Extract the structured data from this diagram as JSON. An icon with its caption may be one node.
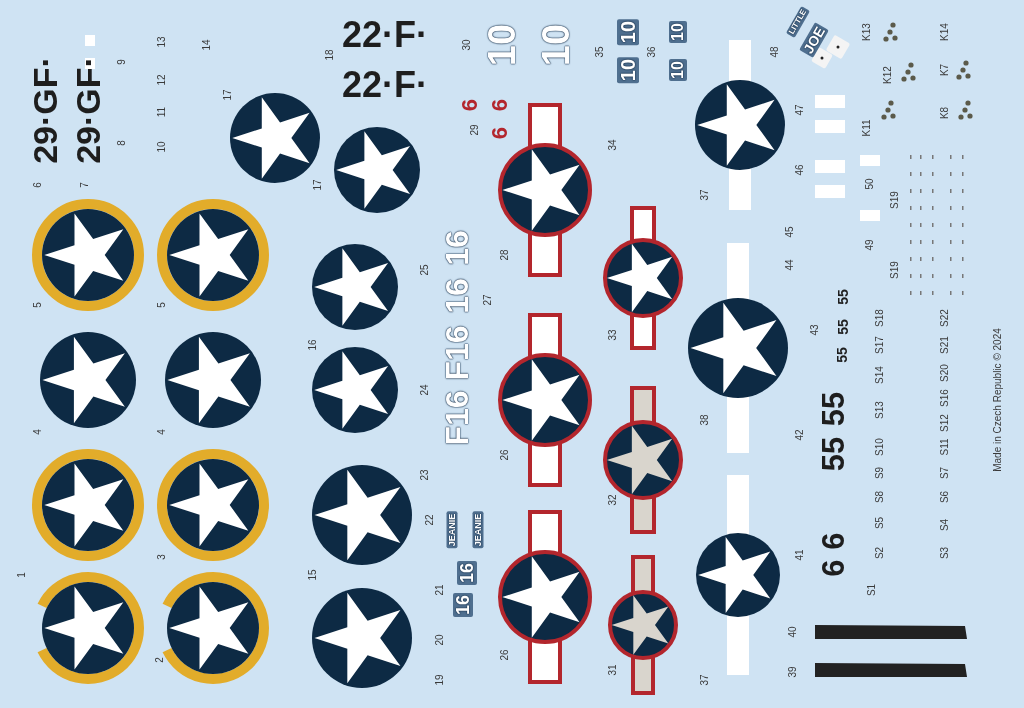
{
  "diagram": {
    "labels": [
      "1",
      "2",
      "3",
      "4",
      "4",
      "5",
      "5",
      "6",
      "7",
      "8",
      "9",
      "10",
      "11",
      "12",
      "13",
      "14",
      "15",
      "16",
      "17",
      "17",
      "18",
      "19",
      "20",
      "21",
      "22",
      "23",
      "24",
      "25",
      "26",
      "26",
      "27",
      "28",
      "29",
      "30",
      "31",
      "32",
      "33",
      "34",
      "35",
      "36",
      "37",
      "37",
      "38",
      "39",
      "40",
      "41",
      "42",
      "43",
      "44",
      "45",
      "46",
      "47",
      "48",
      "49",
      "50",
      "S19",
      "S19",
      "K11",
      "K12",
      "K13",
      "K14",
      "K7",
      "K8",
      "S1",
      "S2",
      "S5",
      "S8",
      "S9",
      "S10",
      "S13",
      "S14",
      "S17",
      "S18",
      "S3",
      "S4",
      "S6",
      "S7",
      "S11",
      "S12",
      "S16",
      "S20",
      "S21",
      "S22",
      "Made in Czech Republic © 2024",
      "29·GF·",
      "29·GF·",
      "22·F·",
      "22·F·",
      "10",
      "10",
      "10",
      "10",
      "10",
      "10",
      "6",
      "6",
      "6",
      "F16",
      "F16",
      "16",
      "16",
      "16",
      "16",
      "JEANIE",
      "JEANIE",
      "LITTLE",
      "JOE",
      "55",
      "55",
      "55",
      "55",
      "55",
      "6",
      "6"
    ]
  }
}
